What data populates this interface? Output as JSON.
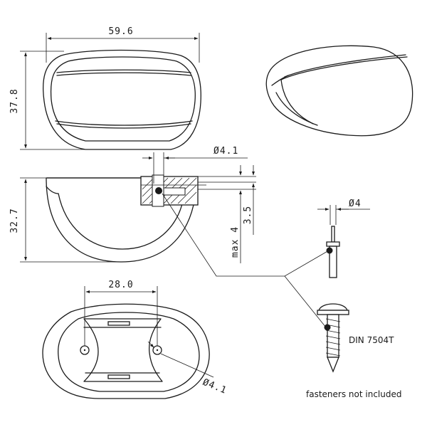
{
  "dimensions": {
    "top_width": "59.6",
    "top_height": "37.8",
    "side_height": "32.7",
    "hole_diameter_top": "Ø4.1",
    "depth_max": "max 4",
    "depth_step": "3.5",
    "rivet_diameter": "Ø4",
    "base_hole_spacing": "28.0",
    "base_hole_diameter": "Ø4.1"
  },
  "labels": {
    "screw": "DIN 7504T",
    "note": "fasteners not included"
  }
}
